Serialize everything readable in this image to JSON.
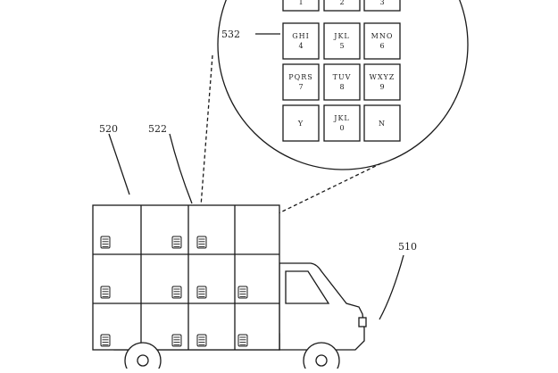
{
  "labels": {
    "vehicle": "510",
    "locker_bank": "520",
    "locker_keypad": "522",
    "keypad_detail": "532"
  },
  "keypad": [
    {
      "letters": "",
      "digit": "1"
    },
    {
      "letters": "",
      "digit": "2"
    },
    {
      "letters": "",
      "digit": "3"
    },
    {
      "letters": "GHI",
      "digit": "4"
    },
    {
      "letters": "JKL",
      "digit": "5"
    },
    {
      "letters": "MNO",
      "digit": "6"
    },
    {
      "letters": "PQRS",
      "digit": "7"
    },
    {
      "letters": "TUV",
      "digit": "8"
    },
    {
      "letters": "WXYZ",
      "digit": "9"
    },
    {
      "letters": "Y",
      "digit": ""
    },
    {
      "letters": "JKL",
      "digit": "0"
    },
    {
      "letters": "N",
      "digit": ""
    }
  ]
}
